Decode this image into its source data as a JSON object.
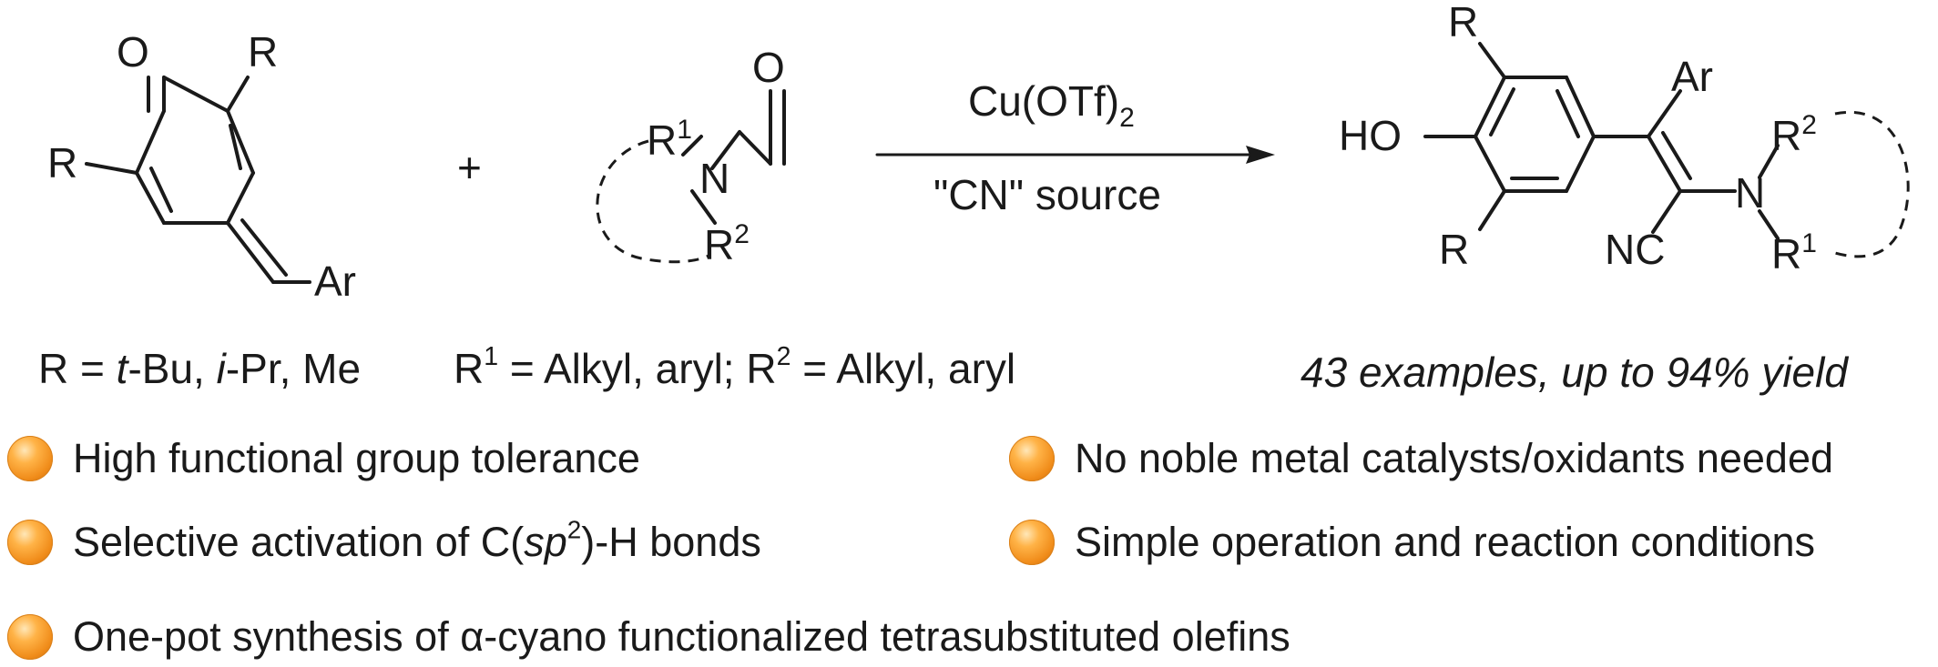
{
  "reaction": {
    "catalyst": "Cu(OTf)",
    "catalyst_sub": "2",
    "cn_source": "\"CN\" source",
    "plus": "+"
  },
  "reactant1": {
    "oxygen": "O",
    "r_label": "R",
    "aryl": "Ar"
  },
  "reactant2": {
    "oxygen": "O",
    "nitrogen": "N",
    "r1": "R",
    "r1_sup": "1",
    "r2": "R",
    "r2_sup": "2"
  },
  "product": {
    "ho": "HO",
    "r_label": "R",
    "aryl": "Ar",
    "nitrile": "NC",
    "nitrogen": "N",
    "r1": "R",
    "r1_sup": "1",
    "r2": "R",
    "r2_sup": "2"
  },
  "conditions": {
    "r_def_prefix": "R = ",
    "r_tbu_italic": "t",
    "r_tbu_rest": "-Bu, ",
    "r_ipr_italic": "i",
    "r_ipr_rest": "-Pr, Me",
    "r1_prefix": "R",
    "r1_sup": "1",
    "r1_def": " = Alkyl, aryl; R",
    "r2_sup": "2",
    "r2_def": " = Alkyl, aryl",
    "scope": "43 examples, up to 94% yield"
  },
  "features": {
    "f1": "High functional group tolerance",
    "f2": "No noble metal catalysts/oxidants needed",
    "f3_pre": "Selective activation of C(",
    "f3_ital": "sp",
    "f3_sup": "2",
    "f3_post": ")-H bonds",
    "f4": "Simple operation and reaction conditions",
    "f5": "One-pot synthesis of α-cyano functionalized tetrasubstituted olefins"
  },
  "colors": {
    "bullet": "#f39a2a",
    "ink": "#1a1a1a"
  }
}
